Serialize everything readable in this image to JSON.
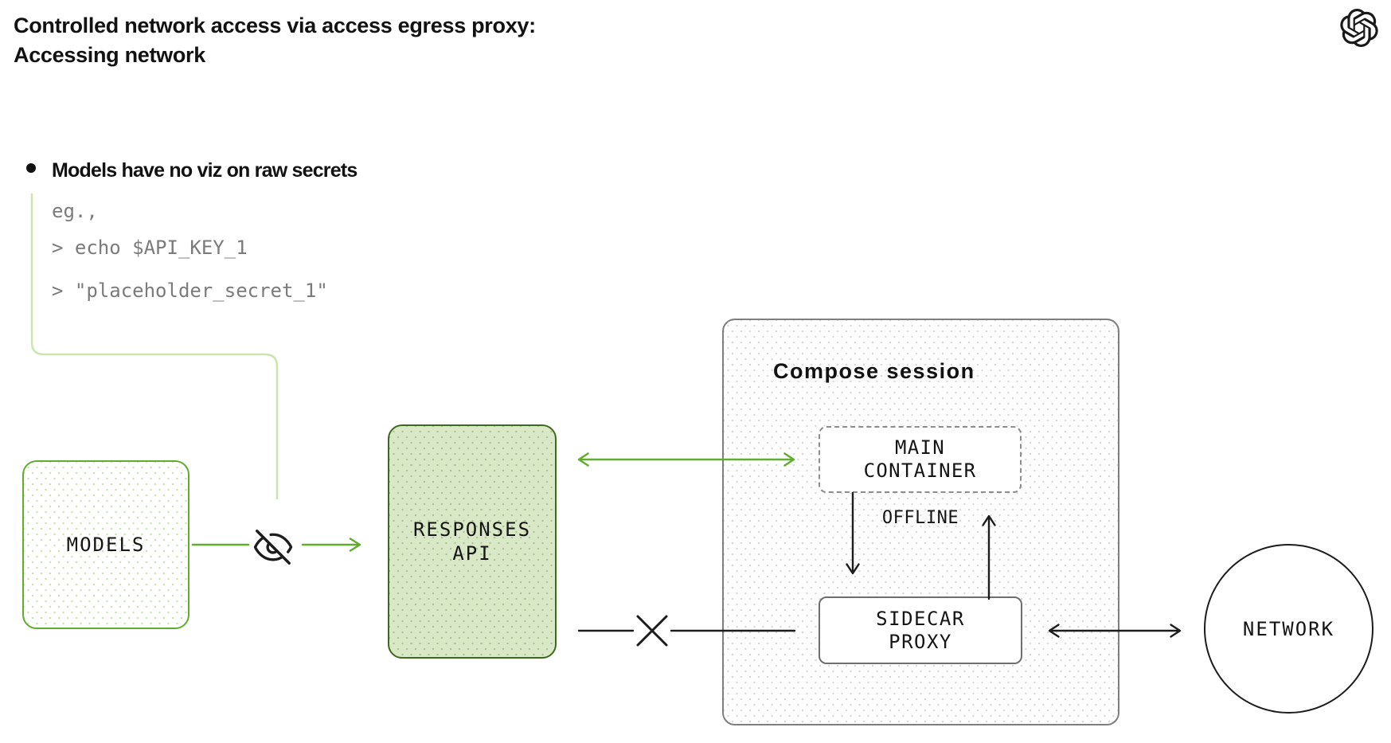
{
  "header": {
    "title_line1": "Controlled network access via access egress proxy:",
    "title_line2": "Accessing network"
  },
  "notes": {
    "bullet_text": "Models have no viz on raw secrets",
    "code_lines": [
      "eg.,",
      "> echo $API_KEY_1",
      "> \"placeholder_secret_1\""
    ]
  },
  "diagram": {
    "models": {
      "label": "MODELS"
    },
    "responses_api": {
      "line1": "RESPONSES",
      "line2": "API"
    },
    "compose_session": {
      "title": "Compose session"
    },
    "main_container": {
      "line1": "MAIN",
      "line2": "CONTAINER"
    },
    "offline_label": "OFFLINE",
    "sidecar_proxy": {
      "line1": "SIDECAR",
      "line2": "PROXY"
    },
    "network": {
      "label": "NETWORK"
    },
    "icons": {
      "no_visibility": "eye-off-icon",
      "blocked": "blocked-x-icon",
      "brand": "openai-logo-icon"
    }
  },
  "colors": {
    "green_accent": "#61ad2f",
    "green_dark_border": "#3d6b1e",
    "green_fill": "#d9e8c6",
    "green_fill_dot": "#aec494",
    "green_light_line": "#cde4ad",
    "green_light_dot": "#c8e2b0",
    "gray_border": "#7f7f7f",
    "gray_dashed": "#8d8d8d",
    "gray_dot": "#d9d9d9",
    "code_text": "#7b7b7b",
    "ink": "#1c1c1c"
  }
}
